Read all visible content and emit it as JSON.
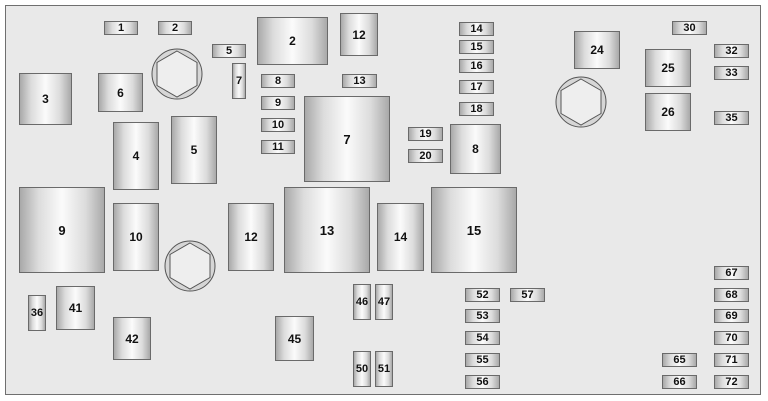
{
  "fuses": [
    {
      "id": "f1",
      "label": "1"
    },
    {
      "id": "f2",
      "label": "2"
    },
    {
      "id": "f5s",
      "label": "5"
    },
    {
      "id": "f7s",
      "label": "7"
    },
    {
      "id": "f8s",
      "label": "8"
    },
    {
      "id": "f9s",
      "label": "9"
    },
    {
      "id": "f10s",
      "label": "10"
    },
    {
      "id": "f11",
      "label": "11"
    },
    {
      "id": "f13s",
      "label": "13"
    },
    {
      "id": "f14",
      "label": "14"
    },
    {
      "id": "f15s",
      "label": "15"
    },
    {
      "id": "f16",
      "label": "16"
    },
    {
      "id": "f17",
      "label": "17"
    },
    {
      "id": "f18",
      "label": "18"
    },
    {
      "id": "f19",
      "label": "19"
    },
    {
      "id": "f20",
      "label": "20"
    },
    {
      "id": "f30",
      "label": "30"
    },
    {
      "id": "f32",
      "label": "32"
    },
    {
      "id": "f33",
      "label": "33"
    },
    {
      "id": "f35",
      "label": "35"
    },
    {
      "id": "f52",
      "label": "52"
    },
    {
      "id": "f53",
      "label": "53"
    },
    {
      "id": "f54",
      "label": "54"
    },
    {
      "id": "f55",
      "label": "55"
    },
    {
      "id": "f56",
      "label": "56"
    },
    {
      "id": "f57",
      "label": "57"
    },
    {
      "id": "f65",
      "label": "65"
    },
    {
      "id": "f66",
      "label": "66"
    },
    {
      "id": "f67",
      "label": "67"
    },
    {
      "id": "f68",
      "label": "68"
    },
    {
      "id": "f69",
      "label": "69"
    },
    {
      "id": "f70",
      "label": "70"
    },
    {
      "id": "f71",
      "label": "71"
    },
    {
      "id": "f72",
      "label": "72"
    }
  ],
  "relays": [
    {
      "id": "r2",
      "label": "2"
    },
    {
      "id": "r12t",
      "label": "12"
    },
    {
      "id": "r3",
      "label": "3"
    },
    {
      "id": "r6",
      "label": "6"
    },
    {
      "id": "r4",
      "label": "4"
    },
    {
      "id": "r5",
      "label": "5"
    },
    {
      "id": "r7",
      "label": "7"
    },
    {
      "id": "r8",
      "label": "8"
    },
    {
      "id": "r9",
      "label": "9"
    },
    {
      "id": "r10",
      "label": "10"
    },
    {
      "id": "r12",
      "label": "12"
    },
    {
      "id": "r13",
      "label": "13"
    },
    {
      "id": "r14",
      "label": "14"
    },
    {
      "id": "r15",
      "label": "15"
    },
    {
      "id": "r24",
      "label": "24"
    },
    {
      "id": "r25",
      "label": "25"
    },
    {
      "id": "r26",
      "label": "26"
    },
    {
      "id": "r36",
      "label": "36"
    },
    {
      "id": "r41",
      "label": "41"
    },
    {
      "id": "r42",
      "label": "42"
    },
    {
      "id": "r45",
      "label": "45"
    },
    {
      "id": "r46",
      "label": "46"
    },
    {
      "id": "r47",
      "label": "47"
    },
    {
      "id": "r50",
      "label": "50"
    },
    {
      "id": "r51",
      "label": "51"
    }
  ],
  "colors": {
    "panel": "#e9e9e9",
    "border": "#6f6f6f",
    "bolt": "#d6d6d6"
  },
  "icons": {
    "bolt": "hex-bolt-icon"
  }
}
